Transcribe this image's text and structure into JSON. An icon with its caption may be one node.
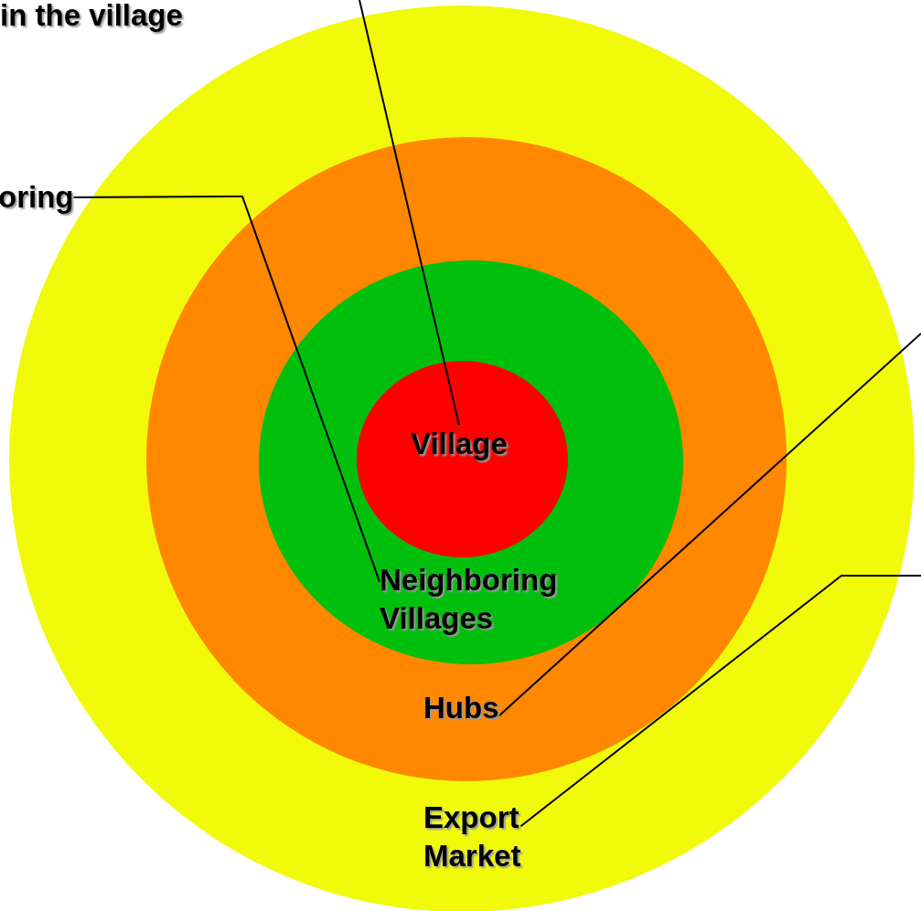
{
  "diagram": {
    "nodes": [
      {
        "text": [],
        "shape": "circle"
      },
      {
        "text": [],
        "shape": "circle",
        "in": 0
      },
      {
        "text": [],
        "shape": "circle",
        "in": 1
      },
      {
        "text": [],
        "shape": "circle",
        "in": 2
      },
      {
        "text": [
          "Village"
        ],
        "in": 3
      },
      {
        "text": [
          "Neighboring Villages"
        ],
        "in": 2
      },
      {
        "text": [
          "Hubs"
        ],
        "in": 1
      },
      {
        "text": [
          "Export Market"
        ],
        "in": 0
      },
      {
        "text": [
          "oring"
        ]
      }
    ],
    "edges": [
      {
        "from": null,
        "to": 4,
        "arrow": "none"
      },
      {
        "from": 8,
        "to": 5,
        "arrow": "none"
      },
      {
        "from": null,
        "to": 6,
        "arrow": "none"
      },
      {
        "from": null,
        "to": 7,
        "arrow": "none"
      }
    ],
    "labels": [
      "in the village"
    ]
  }
}
